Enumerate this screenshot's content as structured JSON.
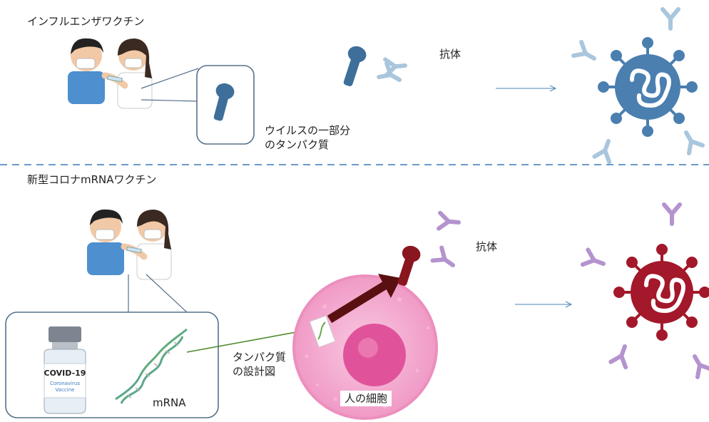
{
  "top": {
    "title": "インフルエンザワクチン",
    "protein_label": "ウイルスの一部分\nのタンパク質",
    "antibody_label": "抗体"
  },
  "bottom": {
    "title": "新型コロナmRNAワクチン",
    "mrna_label": "mRNA",
    "blueprint_label": "タンパク質\nの設計図",
    "cell_label": "人の細胞",
    "antibody_label": "抗体",
    "vial": {
      "title": "COVID-19",
      "line1": "Coronavirus",
      "line2": "Vaccine"
    }
  },
  "colors": {
    "flu_virus": "#4a7fb0",
    "flu_antibody": "#a9c6dd",
    "covid_virus": "#a3182a",
    "covid_antibody": "#b493cf",
    "cell_outer": "#f2a8cf",
    "cell_nucleus": "#e0539a",
    "divider": "#6a9bc8",
    "arrow_green": "#4f8a2e"
  }
}
